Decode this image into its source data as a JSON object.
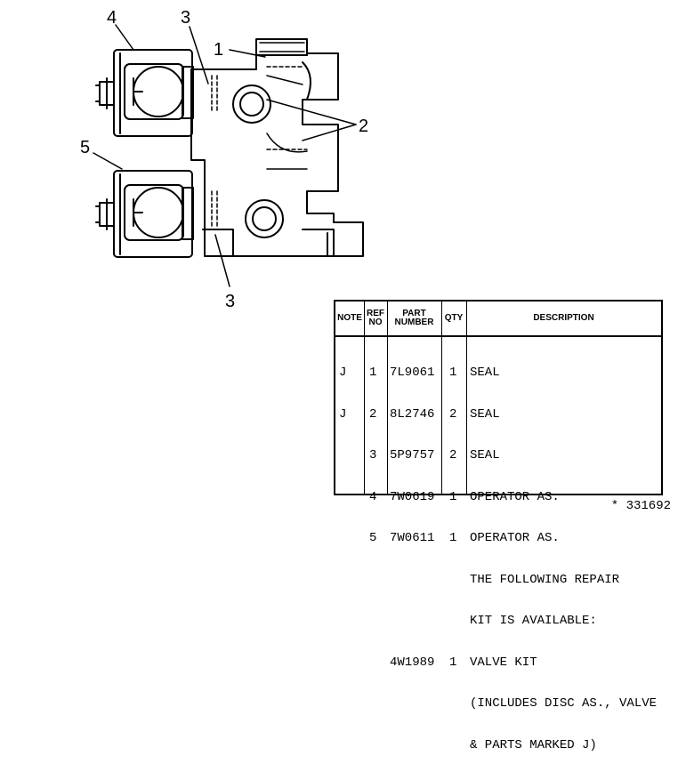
{
  "diagram": {
    "callouts": {
      "top_1": "1",
      "top_3": "3",
      "top_4": "4",
      "right_2": "2",
      "left_5": "5",
      "bottom_3": "3"
    }
  },
  "table": {
    "headers": {
      "note": "NOTE",
      "ref_no": [
        "REF",
        "NO"
      ],
      "part_number": [
        "PART",
        "NUMBER"
      ],
      "qty": "QTY",
      "description": "DESCRIPTION"
    },
    "rows": [
      {
        "note": "J",
        "ref": "1",
        "part": "7L9061",
        "qty": "1",
        "desc": "SEAL"
      },
      {
        "note": "J",
        "ref": "2",
        "part": "8L2746",
        "qty": "2",
        "desc": "SEAL"
      },
      {
        "note": "",
        "ref": "3",
        "part": "5P9757",
        "qty": "2",
        "desc": "SEAL"
      },
      {
        "note": "",
        "ref": "4",
        "part": "7W0619",
        "qty": "1",
        "desc": "OPERATOR AS."
      },
      {
        "note": "",
        "ref": "5",
        "part": "7W0611",
        "qty": "1",
        "desc": "OPERATOR AS."
      },
      {
        "note": "",
        "ref": "",
        "part": "",
        "qty": "",
        "desc": "THE FOLLOWING REPAIR"
      },
      {
        "note": "",
        "ref": "",
        "part": "",
        "qty": "",
        "desc": "KIT IS AVAILABLE:"
      },
      {
        "note": "",
        "ref": "",
        "part": "4W1989",
        "qty": "1",
        "desc": "VALVE KIT"
      },
      {
        "note": "",
        "ref": "",
        "part": "",
        "qty": "",
        "desc": "(INCLUDES DISC AS., VALVE"
      },
      {
        "note": "",
        "ref": "",
        "part": "",
        "qty": "",
        "desc": "& PARTS MARKED J)"
      }
    ]
  },
  "catalog_number": "* 331692"
}
